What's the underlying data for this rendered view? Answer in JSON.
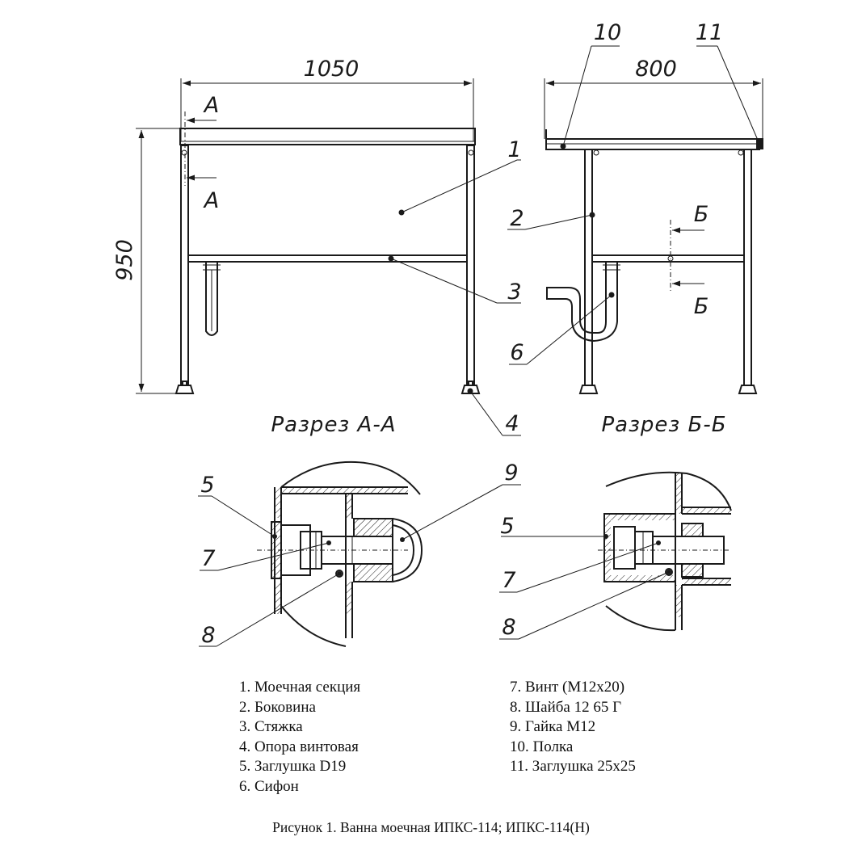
{
  "dimensions": {
    "width_front": "1050",
    "height": "950",
    "width_side": "800"
  },
  "section_marks": {
    "a_top": "А",
    "a_bottom": "А",
    "b_top": "Б",
    "b_bottom": "Б"
  },
  "section_titles": {
    "aa": "Разрез А-А",
    "bb": "Разрез Б-Б"
  },
  "callouts": {
    "c1": "1",
    "c2": "2",
    "c3": "3",
    "c4": "4",
    "c6": "6",
    "c10": "10",
    "c11": "11",
    "d5a": "5",
    "d7a": "7",
    "d8a": "8",
    "d9a": "9",
    "d5b": "5",
    "d7b": "7",
    "d8b": "8"
  },
  "legend_left": [
    "1. Моечная секция",
    "2. Боковина",
    "3. Стяжка",
    "4. Опора винтовая",
    "5. Заглушка D19",
    "6. Сифон"
  ],
  "legend_right": [
    "7. Винт (М12х20)",
    "8. Шайба 12 65 Г",
    "9. Гайка М12",
    "10. Полка",
    "11. Заглушка 25х25"
  ],
  "caption": "Рисунок 1. Ванна моечная ИПКС-114; ИПКС-114(Н)"
}
